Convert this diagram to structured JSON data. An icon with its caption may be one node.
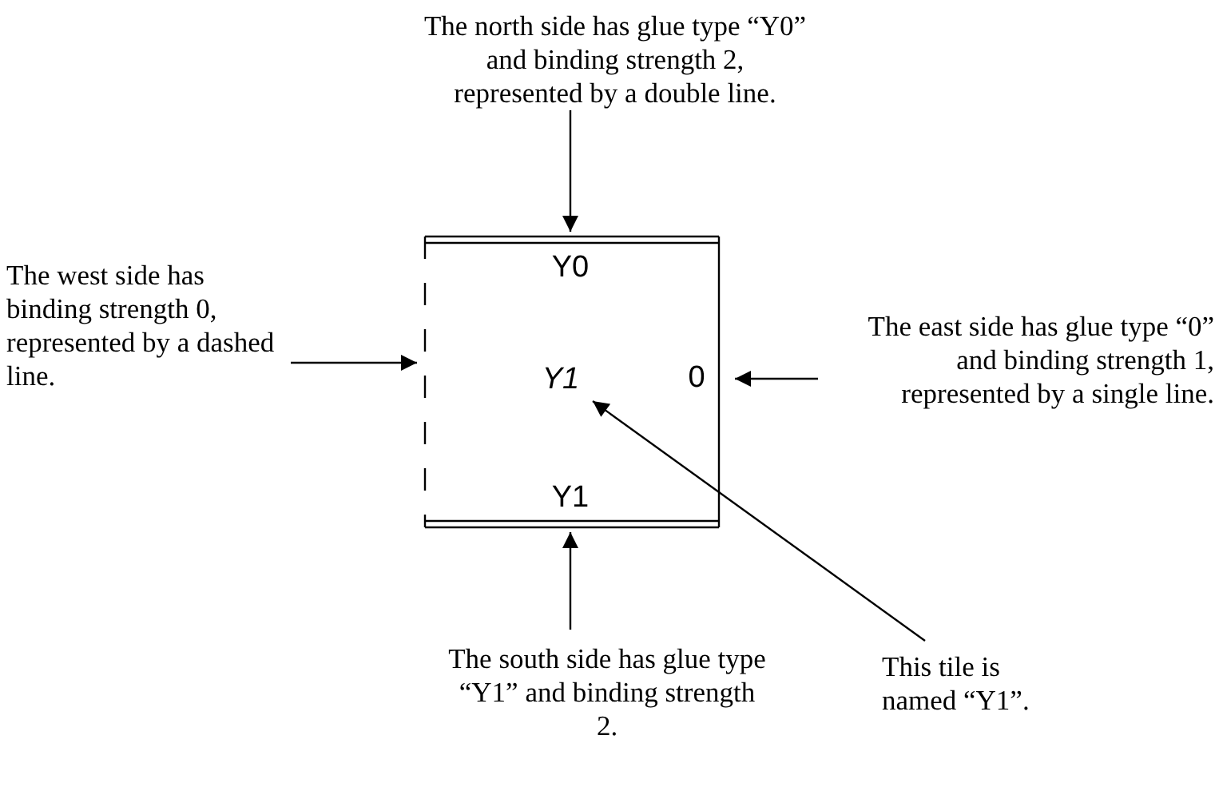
{
  "diagram": {
    "nodes": [
      {
        "text": [],
        "shape": "box"
      },
      {
        "text": [
          "Y0"
        ],
        "in": 0
      },
      {
        "text": [
          "Y1"
        ],
        "in": 0
      },
      {
        "text": [
          "0"
        ],
        "in": 0
      },
      {
        "text": [
          "Y1"
        ],
        "in": 0
      },
      {
        "text": [
          "The north side has glue type “Y0” and binding strength 2, represented by a double line."
        ]
      },
      {
        "text": [
          "The west side has binding strength 0, represented by a dashed line."
        ]
      },
      {
        "text": [
          "The east side has glue type “0” and binding strength 1, represented by a single line."
        ]
      },
      {
        "text": [
          "The south side has glue type “Y1” and binding strength 2."
        ]
      },
      {
        "text": [
          "This tile is named “Y1”."
        ]
      }
    ],
    "edges": [
      {
        "from": 5,
        "to": 0,
        "arrow": "to"
      },
      {
        "from": 6,
        "to": 0,
        "arrow": "to"
      },
      {
        "from": 7,
        "to": 0,
        "arrow": "to"
      },
      {
        "from": 8,
        "to": 0,
        "arrow": "to"
      },
      {
        "from": 9,
        "to": 2,
        "arrow": "to"
      }
    ]
  }
}
